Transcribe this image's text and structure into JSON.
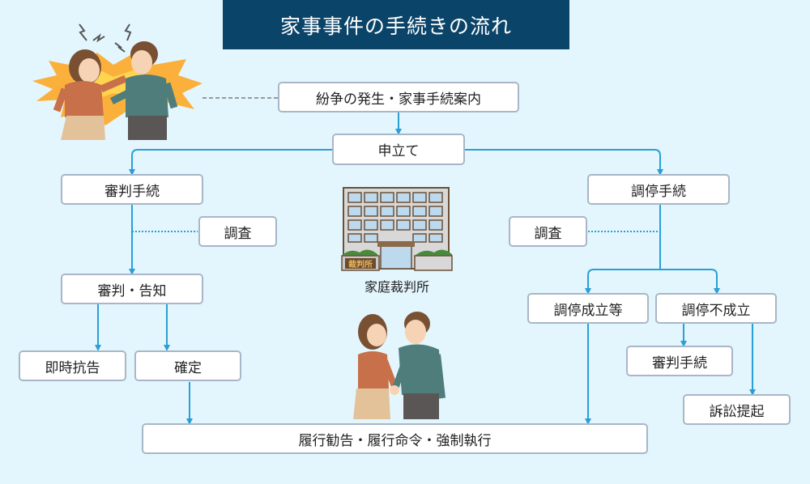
{
  "title": "家事事件の手続きの流れ",
  "colors": {
    "title_bg": "#0b4469",
    "background": "#e3f6fd",
    "line": "#2a9fd6",
    "box_border": "#a9b6c8",
    "dashed_line": "#9a9a9a"
  },
  "nodes": {
    "dispute": "紛争の発生・家事手続案内",
    "petition": "申立て",
    "trial_procedure": "審判手続",
    "conciliation_procedure": "調停手続",
    "investigation_left": "調査",
    "investigation_right": "調査",
    "trial_notice": "審判・告知",
    "immediate_appeal": "即時抗告",
    "finalized": "確定",
    "conciliation_success": "調停成立等",
    "conciliation_failure": "調停不成立",
    "trial_procedure_2": "審判手続",
    "lawsuit": "訴訟提起",
    "enforcement": "履行勧告・履行命令・強制執行"
  },
  "illustrations": {
    "court_label": "家庭裁判所",
    "court_sign": "裁判所",
    "arguing_couple": "arguing-couple-illustration",
    "handshake_couple": "handshake-couple-illustration"
  }
}
